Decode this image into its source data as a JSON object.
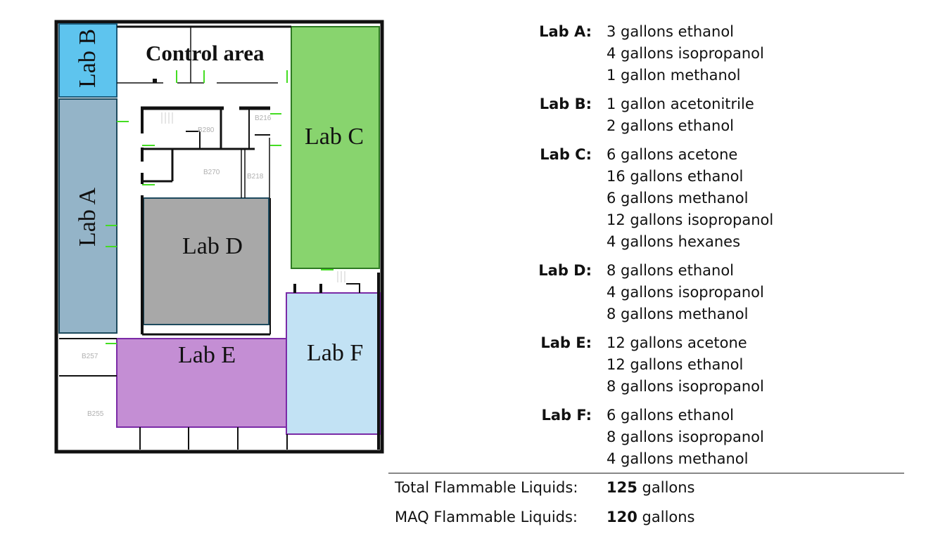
{
  "floor_plan": {
    "control_area_label": "Control area",
    "labs": [
      {
        "id": "A",
        "label": "Lab A",
        "color": "#94b4c8"
      },
      {
        "id": "B",
        "label": "Lab B",
        "color": "#5ec4ee"
      },
      {
        "id": "C",
        "label": "Lab C",
        "color": "#88d46e"
      },
      {
        "id": "D",
        "label": "Lab D",
        "color": "#a8a8a8"
      },
      {
        "id": "E",
        "label": "Lab E",
        "color": "#c48ed4"
      },
      {
        "id": "F",
        "label": "Lab F",
        "color": "#c2e2f4"
      }
    ],
    "room_numbers": [
      "B280",
      "B216",
      "B270",
      "B218",
      "B257",
      "B255"
    ],
    "door_color": "#44dd22",
    "wall_color": "#111111"
  },
  "inventory": [
    {
      "lab": "Lab A:",
      "items": [
        "3 gallons ethanol",
        "4 gallons isopropanol",
        "1 gallon methanol"
      ]
    },
    {
      "lab": "Lab B:",
      "items": [
        "1 gallon acetonitrile",
        "2 gallons ethanol"
      ]
    },
    {
      "lab": "Lab C:",
      "items": [
        "6 gallons acetone",
        "16 gallons ethanol",
        "6 gallons methanol",
        "12 gallons isopropanol",
        "4 gallons hexanes"
      ]
    },
    {
      "lab": "Lab D:",
      "items": [
        "8 gallons ethanol",
        "4 gallons isopropanol",
        "8 gallons methanol"
      ]
    },
    {
      "lab": "Lab E:",
      "items": [
        "12 gallons acetone",
        "12 gallons ethanol",
        "8 gallons isopropanol"
      ]
    },
    {
      "lab": "Lab F:",
      "items": [
        "6 gallons ethanol",
        "8 gallons isopropanol",
        "4 gallons methanol"
      ]
    }
  ],
  "totals": {
    "total_label": "Total Flammable Liquids:",
    "total_value": "125",
    "total_unit": "gallons",
    "maq_label": "MAQ Flammable Liquids:",
    "maq_value": "120",
    "maq_unit": "gallons"
  }
}
